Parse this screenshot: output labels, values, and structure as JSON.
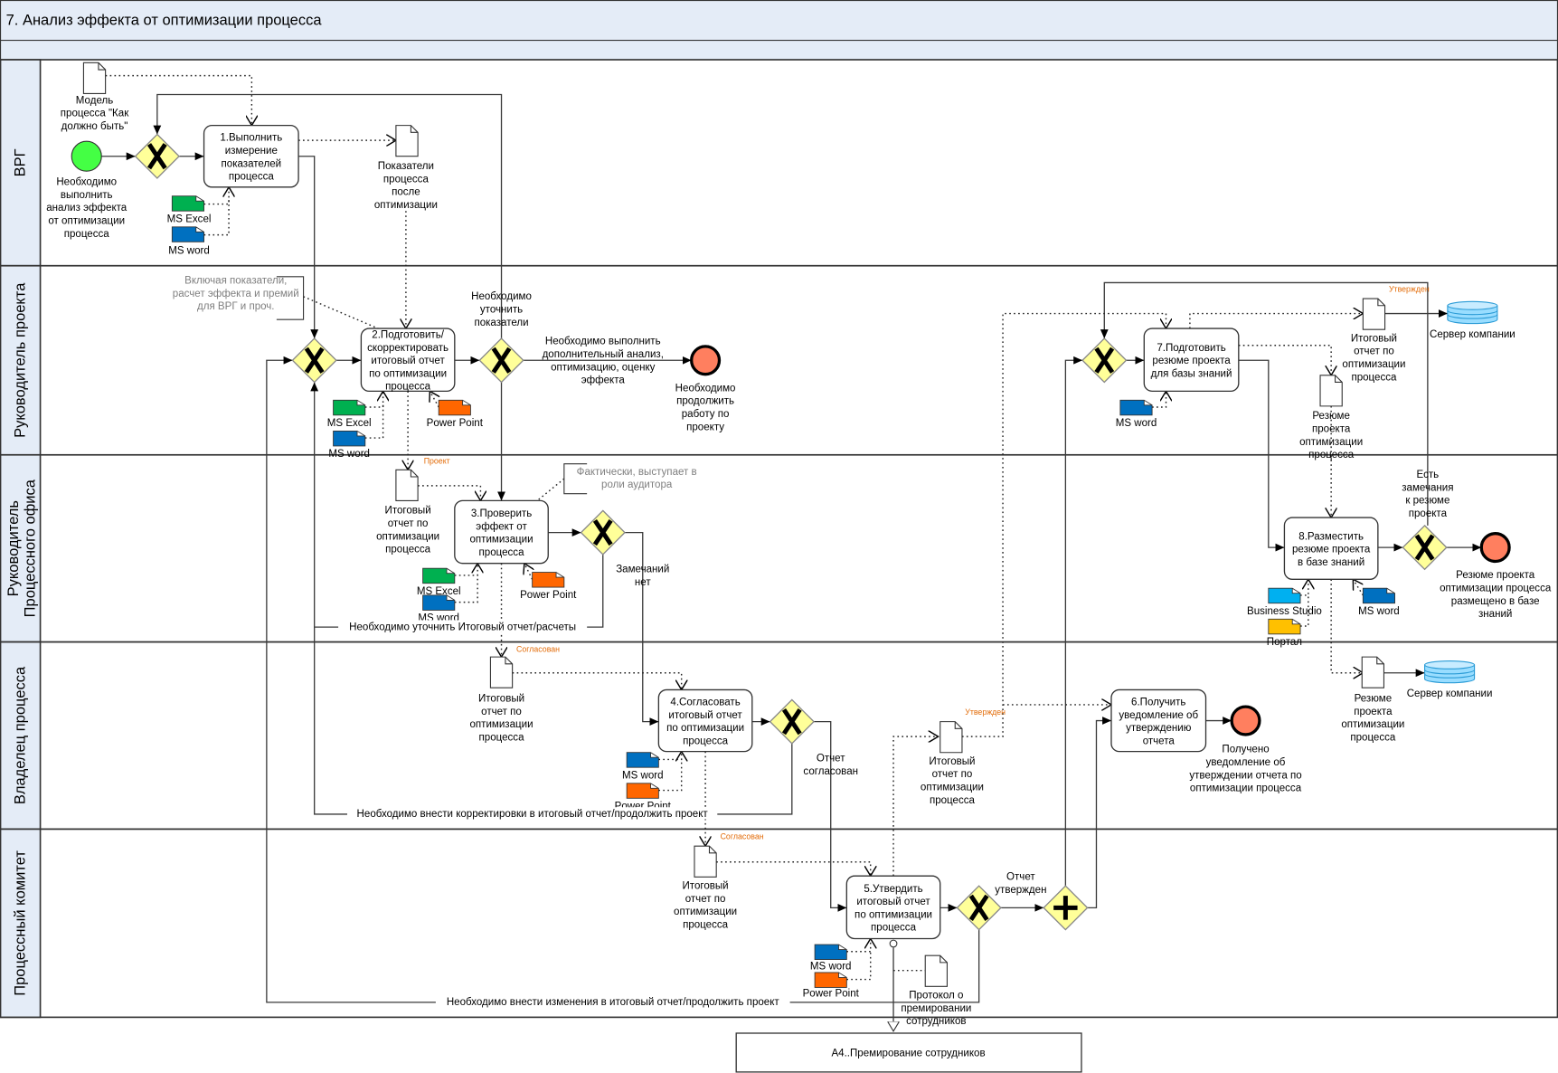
{
  "title": "7. Анализ эффекта от оптимизации процесса",
  "lanes": {
    "l1": [
      "ВРГ"
    ],
    "l2": [
      "Руководитель проекта"
    ],
    "l3": [
      "Руководитель",
      "Процессного офиса"
    ],
    "l4": [
      "Владелец процесса"
    ],
    "l5": [
      "Процессный комитет"
    ]
  },
  "tasks": {
    "t1": [
      "1.Выполнить",
      "измерение",
      "показателей",
      "процесса"
    ],
    "t2": [
      "2.Подготовить/",
      "скорректировать",
      "итоговый отчет",
      "по оптимизации",
      "процесса"
    ],
    "t3": [
      "3.Проверить",
      "эффект от",
      "оптимизации",
      "процесса"
    ],
    "t4": [
      "4.Согласовать",
      "итоговый отчет",
      "по оптимизации",
      "процесса"
    ],
    "t5": [
      "5.Утвердить",
      "итоговый отчет",
      "по оптимизации",
      "процесса"
    ],
    "t6": [
      "6.Получить",
      "уведомление об",
      "утверждению",
      "отчета"
    ],
    "t7": [
      "7.Подготовить",
      "резюме проекта",
      "для базы знаний"
    ],
    "t8": [
      "8.Разместить",
      "резюме проекта",
      "в базе знаний"
    ]
  },
  "events": {
    "start": [
      "Необходимо",
      "выполнить",
      "анализ эффекта",
      "от оптимизации",
      "процесса"
    ],
    "end1": [
      "Необходимо",
      "продолжить",
      "работу по",
      "проекту"
    ],
    "end2": [
      "Резюме проекта",
      "оптимизации процесса",
      "размещено в базе",
      "знаний"
    ],
    "end3": [
      "Получено",
      "уведомление об",
      "утверждении отчета по",
      "оптимизации процесса"
    ]
  },
  "documents": {
    "d1": [
      "Модель",
      "процесса \"Как",
      "должно быть\""
    ],
    "d2": [
      "Показатели",
      "процесса",
      "после",
      "оптимизации"
    ],
    "d3": [
      "Итоговый",
      "отчет по",
      "оптимизации",
      "процесса"
    ],
    "d4": [
      "Итоговый",
      "отчет по",
      "оптимизации",
      "процесса"
    ],
    "d5": [
      "Итоговый",
      "отчет по",
      "оптимизации",
      "процесса"
    ],
    "d6": [
      "Итоговый",
      "отчет по",
      "оптимизации",
      "процесса"
    ],
    "d7": [
      "Итоговый",
      "отчет по",
      "оптимизации",
      "процесса"
    ],
    "d8": [
      "Резюме",
      "проекта",
      "оптимизации",
      "процесса"
    ],
    "d9": [
      "Резюме",
      "проекта",
      "оптимизации",
      "процесса"
    ],
    "d10": [
      "Протокол о",
      "премировании",
      "сотрудников"
    ]
  },
  "document_states": {
    "d3": "Проект",
    "d4": "Согласован",
    "d5": "Согласован",
    "d6": "Утвержден",
    "d7": "Утвержден"
  },
  "data_stores": {
    "s1": [
      "Сервер компании"
    ],
    "s2": [
      "Сервер компании"
    ]
  },
  "tools": {
    "excel": "MS Excel",
    "word": "MS word",
    "powerpoint": "Power Point",
    "business_studio": "Business Studio",
    "portal": "Портал"
  },
  "gateway_labels": {
    "g3": [
      "Необходимо",
      "уточнить",
      "показатели"
    ],
    "g3_out": [
      "Необходимо выполнить",
      "дополнительный анализ,",
      "оптимизацию, оценку",
      "эффекта"
    ],
    "g5": [
      "Замечаний",
      "нет"
    ],
    "g6": [
      "Есть",
      "замечания",
      "к резюме",
      "проекта"
    ],
    "g7": [
      "Отчет",
      "согласован"
    ],
    "g8": [
      "Отчет",
      "утвержден"
    ]
  },
  "loop_labels": {
    "f1": [
      "Необходимо уточнить Итоговый отчет/расчеты"
    ],
    "f2": [
      "Необходимо внести корректировки в итоговый отчет/продолжить проект"
    ],
    "f3": [
      "Необходимо внести изменения в итоговый отчет/продолжить проект"
    ]
  },
  "annotations": {
    "a1": [
      "Включая показатели,",
      "расчет эффекта и премий",
      "для ВРГ и проч."
    ],
    "a2": [
      "Фактически, выступает в",
      "роли аудитора"
    ]
  },
  "subprocess": [
    "A4..Премирование сотрудников"
  ],
  "colors": {
    "header_bg": "#e4ecf7",
    "gateway": "#ffff99",
    "start": "#44ff44",
    "end": "#ff7f5f",
    "excel": "#00b050",
    "word": "#0070c0",
    "powerpoint": "#ff6600",
    "business_studio": "#00b0f0",
    "portal": "#ffc000",
    "store": "#99ddff",
    "state_label": "#e36c09"
  }
}
